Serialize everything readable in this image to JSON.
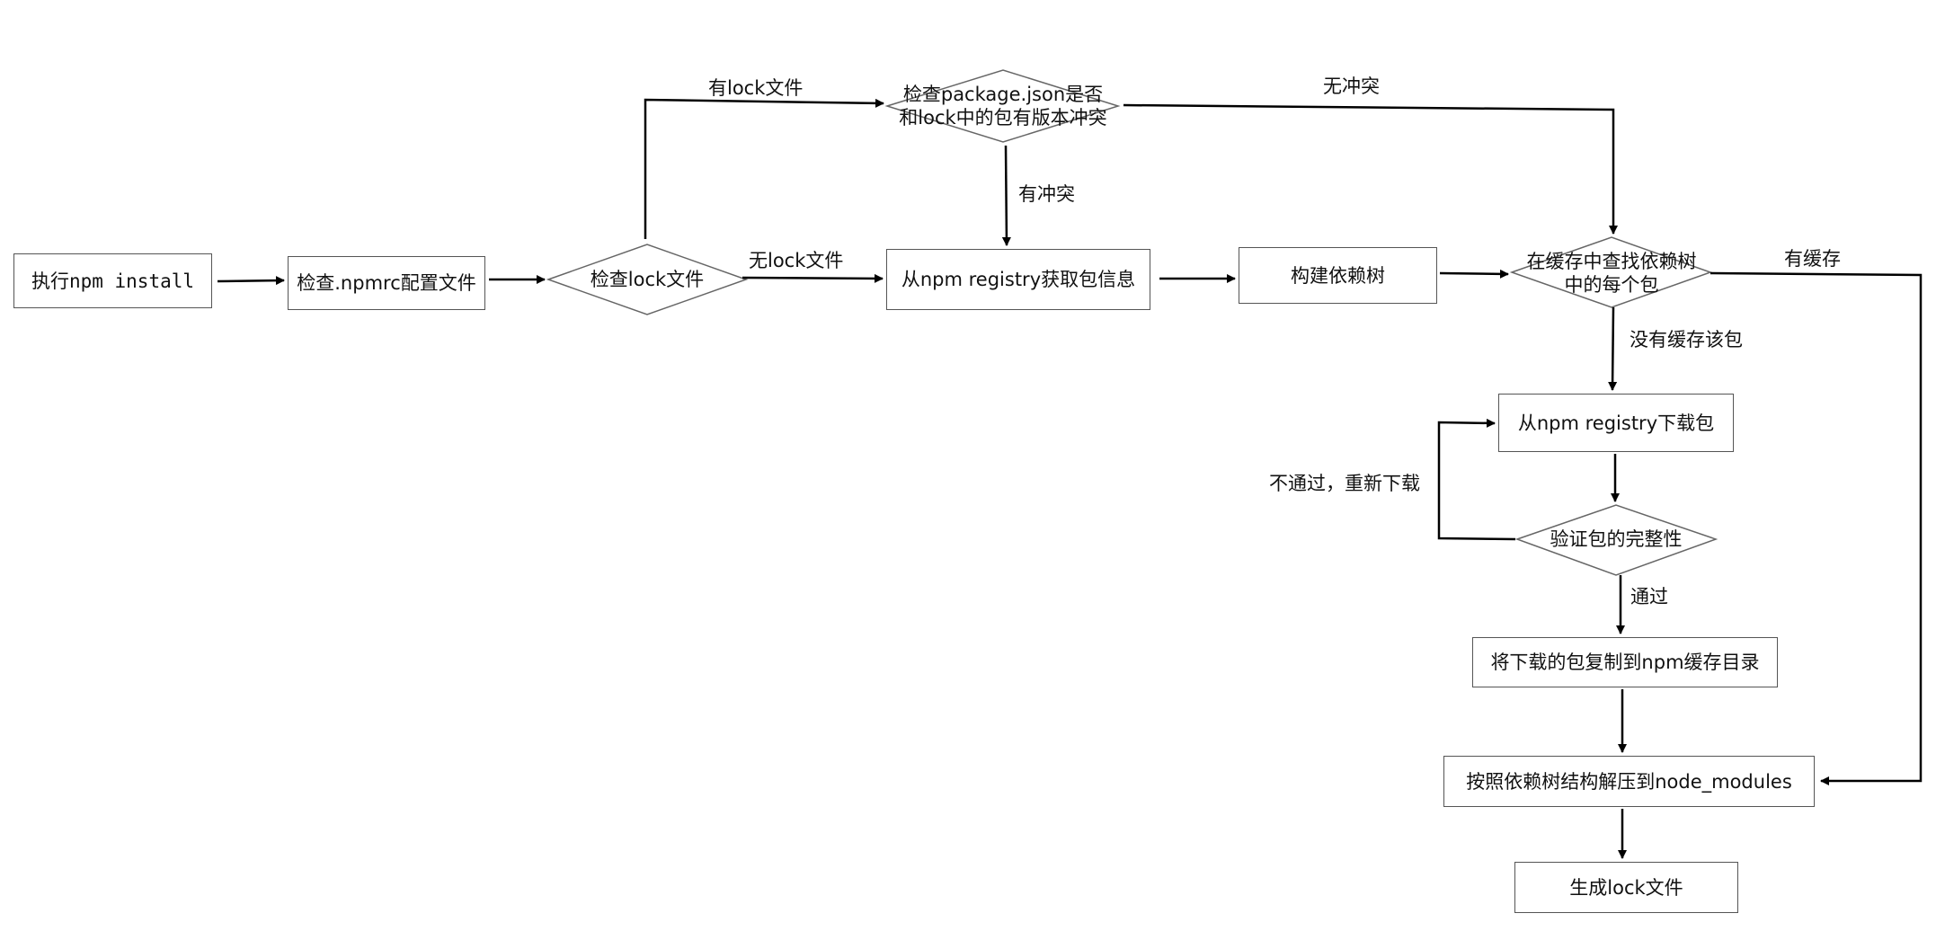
{
  "nodes": {
    "start": "执行npm install",
    "npmrc": "检查.npmrc配置文件",
    "check_lock": "检查lock文件",
    "check_conflict_line1": "检查package.json是否",
    "check_conflict_line2": "和lock中的包有版本冲突",
    "fetch_info": "从npm registry获取包信息",
    "build_tree": "构建依赖树",
    "find_cache_line1": "在缓存中查找依赖树",
    "find_cache_line2": "中的每个包",
    "download": "从npm registry下载包",
    "verify": "验证包的完整性",
    "copy_cache": "将下载的包复制到npm缓存目录",
    "extract": "按照依赖树结构解压到node_modules",
    "gen_lock": "生成lock文件"
  },
  "edges": {
    "has_lock": "有lock文件",
    "no_lock": "无lock文件",
    "no_conflict": "无冲突",
    "has_conflict": "有冲突",
    "has_cache": "有缓存",
    "no_cache": "没有缓存该包",
    "fail_redownload": "不通过，重新下载",
    "pass": "通过"
  },
  "colors": {
    "line": "#000000",
    "shape_border": "#555555"
  }
}
